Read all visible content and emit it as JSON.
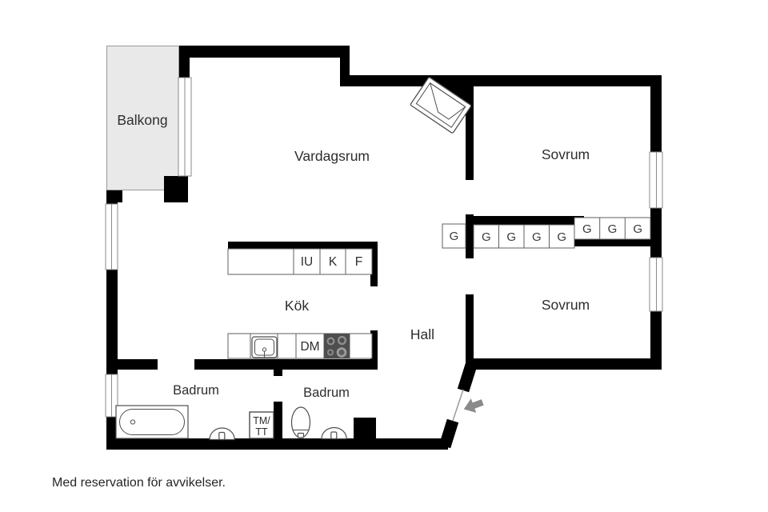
{
  "floorplan": {
    "rooms": {
      "balcony": "Balkong",
      "living_room": "Vardagsrum",
      "bedroom_top": "Sovrum",
      "bedroom_right": "Sovrum",
      "kitchen": "Kök",
      "hall": "Hall",
      "bathroom_left": "Badrum",
      "bathroom_right": "Badrum"
    },
    "labels": {
      "wardrobe": "G",
      "integrated_oven": "IU",
      "fridge": "K",
      "freezer": "F",
      "dishwasher": "DM",
      "washer_line1": "TM/",
      "washer_line2": "TT"
    },
    "disclaimer": "Med reservation för avvikelser.",
    "colors": {
      "wall": "#000000",
      "balcony_fill": "#e9e9e9",
      "entry_arrow": "#8a8a8a",
      "text": "#2e2e2e"
    }
  }
}
